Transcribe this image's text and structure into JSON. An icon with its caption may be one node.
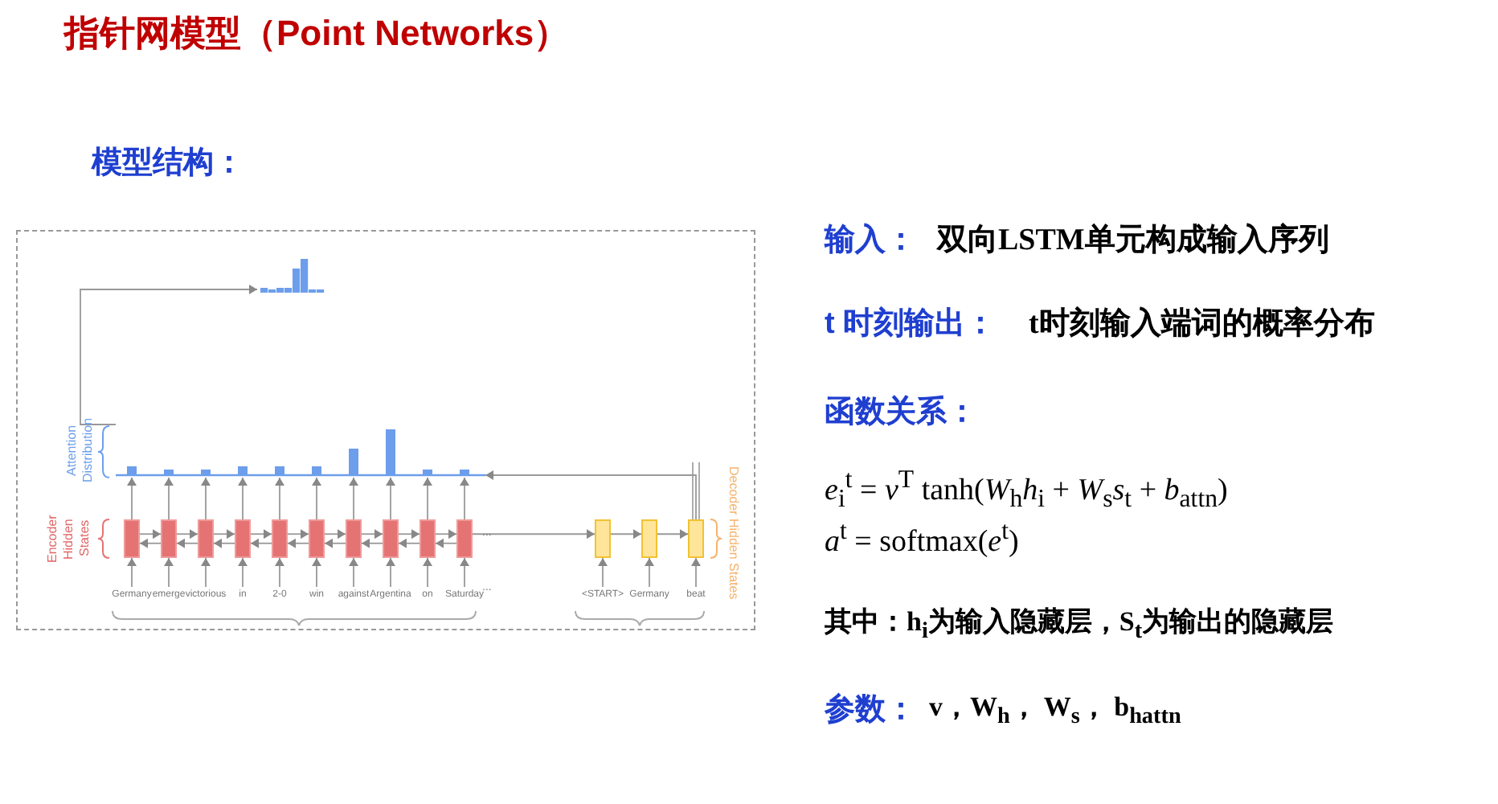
{
  "diagram": {
    "title": "指针网模型（Point Networks）",
    "nodes": [
      {
        "text": [],
        "shape": "bar"
      },
      {
        "text": [],
        "shape": "bar"
      },
      {
        "text": [],
        "shape": "box"
      },
      {
        "text": [],
        "shape": "box"
      },
      {
        "text": [],
        "shape": "box"
      },
      {
        "text": [],
        "shape": "box"
      },
      {
        "text": [],
        "shape": "box"
      },
      {
        "text": [],
        "shape": "box"
      },
      {
        "text": [],
        "shape": "box"
      },
      {
        "text": [],
        "shape": "box"
      },
      {
        "text": [],
        "shape": "box"
      },
      {
        "text": [],
        "shape": "box"
      },
      {
        "text": [],
        "shape": "box"
      },
      {
        "text": [],
        "shape": "box"
      },
      {
        "text": [],
        "shape": "box"
      },
      {
        "text": [
          "Germany"
        ]
      },
      {
        "text": [
          "emerge"
        ]
      },
      {
        "text": [
          "victorious"
        ]
      },
      {
        "text": [
          "in"
        ]
      },
      {
        "text": [
          "2-0"
        ]
      },
      {
        "text": [
          "win"
        ]
      },
      {
        "text": [
          "against"
        ]
      },
      {
        "text": [
          "Argentina"
        ]
      },
      {
        "text": [
          "on"
        ]
      },
      {
        "text": [
          "Saturday"
        ]
      },
      {
        "text": [
          "<START>"
        ]
      },
      {
        "text": [
          "Germany"
        ]
      },
      {
        "text": [
          "beat"
        ]
      }
    ],
    "edges": [
      {
        "from": 15,
        "to": 2,
        "arrow": "to"
      },
      {
        "from": 16,
        "to": 3,
        "arrow": "to"
      },
      {
        "from": 17,
        "to": 4,
        "arrow": "to"
      },
      {
        "from": 18,
        "to": 5,
        "arrow": "to"
      },
      {
        "from": 19,
        "to": 6,
        "arrow": "to"
      },
      {
        "from": 20,
        "to": 7,
        "arrow": "to"
      },
      {
        "from": 21,
        "to": 8,
        "arrow": "to"
      },
      {
        "from": 22,
        "to": 9,
        "arrow": "to"
      },
      {
        "from": 23,
        "to": 10,
        "arrow": "to"
      },
      {
        "from": 24,
        "to": 11,
        "arrow": "to"
      },
      {
        "from": 25,
        "to": 12,
        "arrow": "to"
      },
      {
        "from": 26,
        "to": 13,
        "arrow": "to"
      },
      {
        "from": 27,
        "to": 14,
        "arrow": "to"
      },
      {
        "from": 2,
        "to": 1,
        "arrow": "to"
      },
      {
        "from": 3,
        "to": 1,
        "arrow": "to"
      },
      {
        "from": 4,
        "to": 1,
        "arrow": "to"
      },
      {
        "from": 5,
        "to": 1,
        "arrow": "to"
      },
      {
        "from": 6,
        "to": 1,
        "arrow": "to"
      },
      {
        "from": 7,
        "to": 1,
        "arrow": "to"
      },
      {
        "from": 8,
        "to": 1,
        "arrow": "to"
      },
      {
        "from": 9,
        "to": 1,
        "arrow": "to"
      },
      {
        "from": 10,
        "to": 1,
        "arrow": "to"
      },
      {
        "from": 11,
        "to": 1,
        "arrow": "to"
      },
      {
        "from": 2,
        "to": 3,
        "arrow": "to"
      },
      {
        "from": 3,
        "to": 4,
        "arrow": "to"
      },
      {
        "from": 4,
        "to": 5,
        "arrow": "to"
      },
      {
        "from": 5,
        "to": 6,
        "arrow": "to"
      },
      {
        "from": 6,
        "to": 7,
        "arrow": "to"
      },
      {
        "from": 7,
        "to": 8,
        "arrow": "to"
      },
      {
        "from": 8,
        "to": 9,
        "arrow": "to"
      },
      {
        "from": 9,
        "to": 10,
        "arrow": "to"
      },
      {
        "from": 10,
        "to": 11,
        "arrow": "to"
      },
      {
        "from": 3,
        "to": 2,
        "arrow": "to"
      },
      {
        "from": 4,
        "to": 3,
        "arrow": "to"
      },
      {
        "from": 5,
        "to": 4,
        "arrow": "to"
      },
      {
        "from": 6,
        "to": 5,
        "arrow": "to"
      },
      {
        "from": 7,
        "to": 6,
        "arrow": "to"
      },
      {
        "from": 8,
        "to": 7,
        "arrow": "to"
      },
      {
        "from": 9,
        "to": 8,
        "arrow": "to"
      },
      {
        "from": 10,
        "to": 9,
        "arrow": "to"
      },
      {
        "from": 11,
        "to": 10,
        "arrow": "to"
      },
      {
        "from": 11,
        "to": 12,
        "arrow": "to"
      },
      {
        "from": 12,
        "to": 13,
        "arrow": "to"
      },
      {
        "from": 13,
        "to": 14,
        "arrow": "to"
      },
      {
        "from": 14,
        "to": 1,
        "arrow": "to"
      },
      {
        "from": 1,
        "to": 0,
        "arrow": "to"
      }
    ],
    "labels": [
      "模型结构：",
      "Attention Distribution",
      "Encoder Hidden States",
      "...",
      "...",
      "Decoder Hidden States",
      "输入：",
      "双向LSTM单元构成输入序列",
      "t 时刻输出：",
      "t时刻输入端词的概率分布",
      "函数关系：",
      "*e*$_{i}$$^{t}$ = *v*$^{T}$ tanh(*W*$_{h}$*h*$_{i}$ + *W*$_{s}$*s*$_{t}$ + *b*$_{attn}$)",
      "*a*$^{t}$ = softmax(*e*$^{t}$)",
      "其中：h$_{i}$为输入隐藏层，S$_{t}$为输出的隐藏层",
      "参数：",
      "v，W$_{h}$， W$_{s}$， b$_{hattn}$"
    ]
  }
}
